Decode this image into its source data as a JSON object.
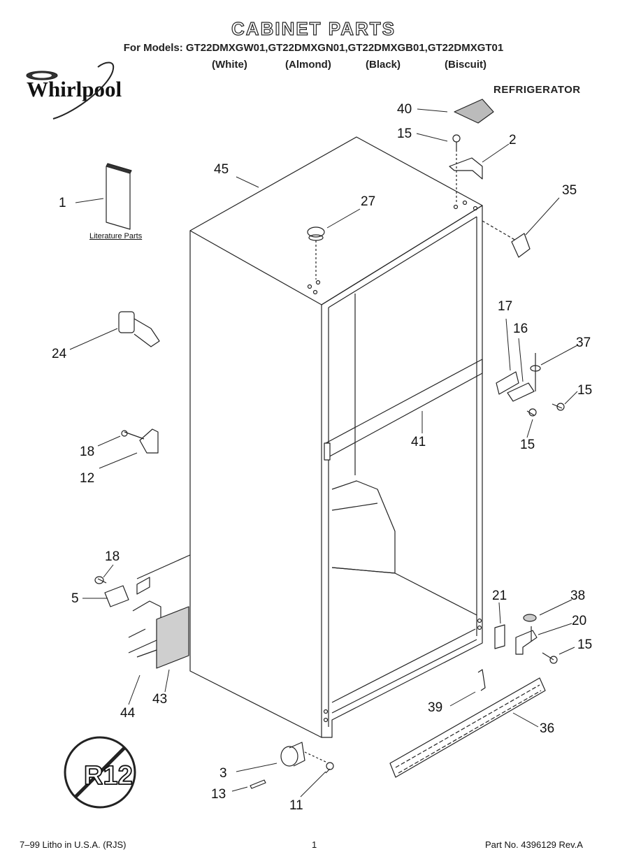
{
  "header": {
    "title": "CABINET PARTS",
    "models_line": "For Models: GT22DMXGW01,GT22DMXGN01,GT22DMXGB01,GT22DMXGT01",
    "colors": [
      "(White)",
      "(Almond)",
      "(Black)",
      "(Biscuit)"
    ],
    "brand": "Whirlpool",
    "product": "REFRIGERATOR"
  },
  "diagram": {
    "literature_label": "Literature Parts",
    "callouts": [
      "40",
      "15",
      "2",
      "45",
      "35",
      "27",
      "1",
      "17",
      "16",
      "37",
      "24",
      "15",
      "41",
      "15",
      "18",
      "12",
      "18",
      "5",
      "21",
      "38",
      "20",
      "15",
      "44",
      "43",
      "39",
      "36",
      "3",
      "13",
      "11"
    ],
    "logo_icons": [
      "whirlpool-swirl-icon",
      "no-r12-icon"
    ],
    "no_r12_text": "R12"
  },
  "footer": {
    "left": "7–99 Litho in U.S.A. (RJS)",
    "page": "1",
    "part_no": "Part No. 4396129 Rev.A"
  }
}
